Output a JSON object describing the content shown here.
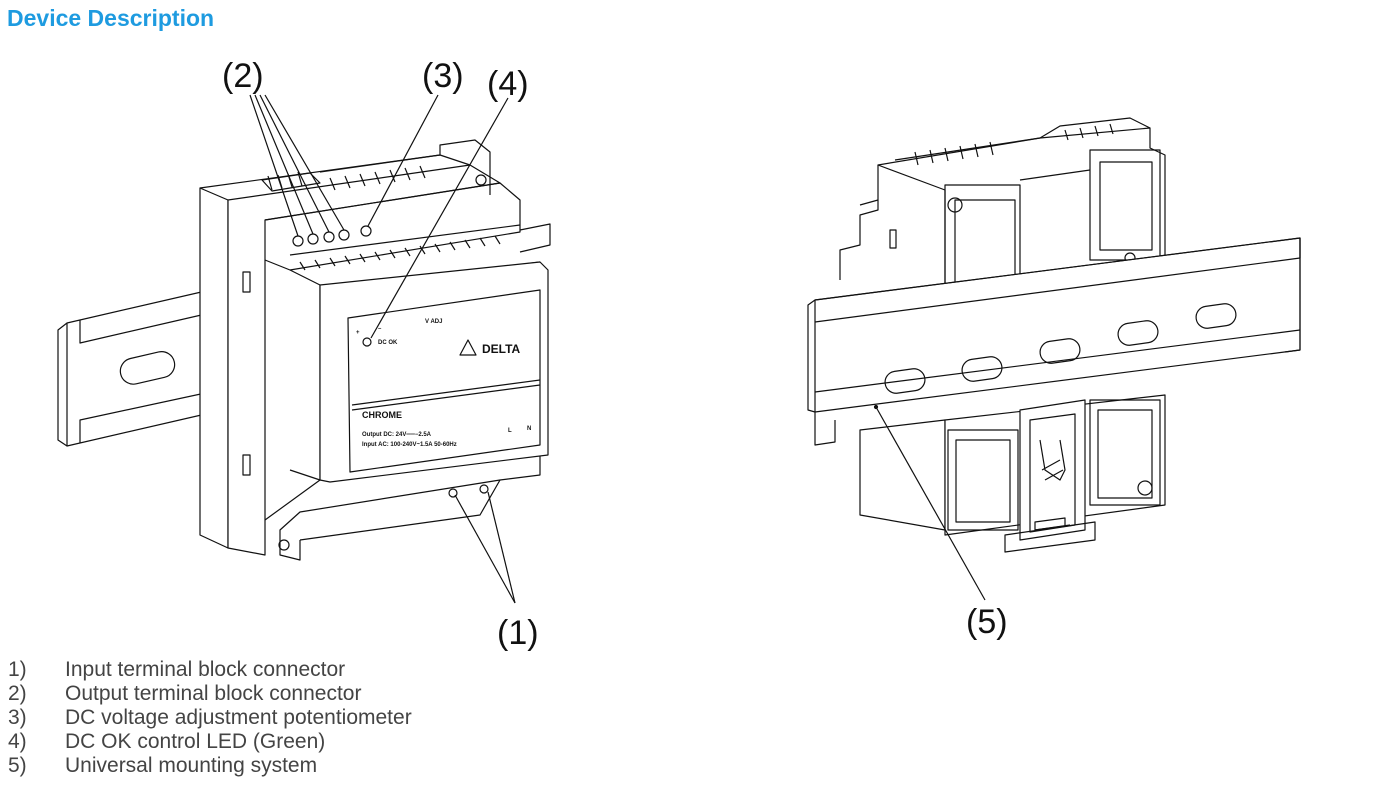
{
  "heading": "Device Description",
  "callouts": {
    "c1": "(1)",
    "c2": "(2)",
    "c3": "(3)",
    "c4": "(4)",
    "c5": "(5)"
  },
  "device_labels": {
    "dc_ok": "DC OK",
    "adj": "V ADJ",
    "plus": "+",
    "minus": "–",
    "brand": "DELTA",
    "series": "CHROME",
    "output": "Output DC:  24V══−2.5A",
    "input": "Input AC:  100-240V~1.5A 50-60Hz",
    "term_l": "L",
    "term_n": "N"
  },
  "legend": [
    {
      "num": "1)",
      "text": "Input terminal block connector"
    },
    {
      "num": "2)",
      "text": "Output terminal block connector"
    },
    {
      "num": "3)",
      "text": "DC voltage adjustment potentiometer"
    },
    {
      "num": "4)",
      "text": "DC OK control LED (Green)"
    },
    {
      "num": "5)",
      "text": "Universal mounting system"
    }
  ],
  "colors": {
    "heading": "#1e9be0",
    "legend_text": "#444444",
    "line_art": "#111111"
  }
}
